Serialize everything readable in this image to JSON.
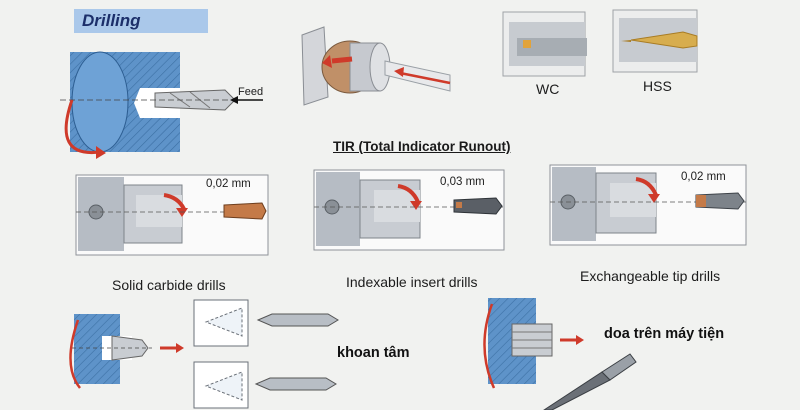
{
  "title": "Drilling",
  "feed_label": "Feed",
  "tool_materials": [
    "WC",
    "HSS"
  ],
  "tir_title": "TIR (Total Indicator Runout)",
  "tir_panels": [
    {
      "runout": "0,02 mm",
      "drill_type": "Solid carbide drills"
    },
    {
      "runout": "0,03 mm",
      "drill_type": "Indexable insert drills"
    },
    {
      "runout": "0,02 mm",
      "drill_type": "Exchangeable tip drills"
    }
  ],
  "center_drilling_label": "khoan tâm",
  "reaming_label": "doa trên máy tiện",
  "colors": {
    "title_bg": "#aac8ea",
    "workpiece": "#5e93c9",
    "arrow_red": "#cf3a2a",
    "drill_copper": "#c47a48",
    "chuck_gray": "#b6bcc4"
  }
}
